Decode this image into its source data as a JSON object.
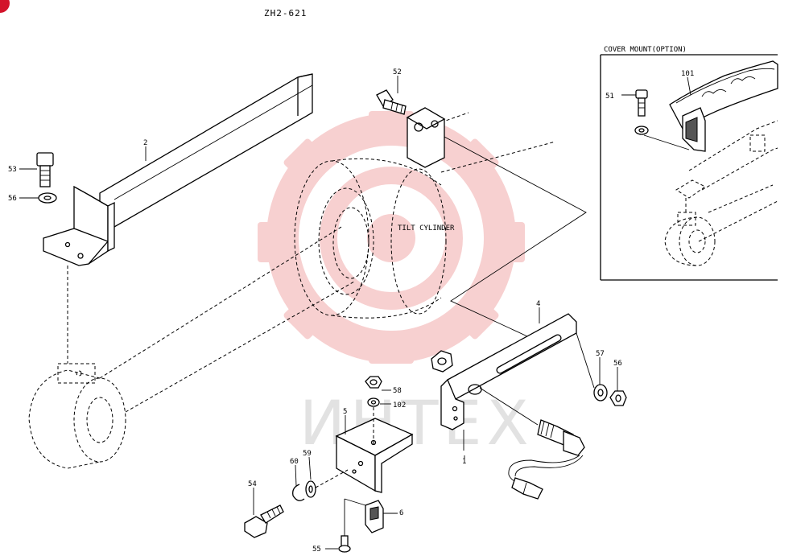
{
  "drawing": {
    "code": "ZH2-621",
    "center_label": "TILT CYLINDER",
    "watermark_text": "ИНТЕХ",
    "inset_title": "COVER MOUNT(OPTION)"
  },
  "parts": [
    {
      "id": "p1",
      "label": "1"
    },
    {
      "id": "p2",
      "label": "2"
    },
    {
      "id": "p4",
      "label": "4"
    },
    {
      "id": "p5",
      "label": "5"
    },
    {
      "id": "p6",
      "label": "6"
    },
    {
      "id": "p51",
      "label": "51"
    },
    {
      "id": "p52",
      "label": "52"
    },
    {
      "id": "p53",
      "label": "53"
    },
    {
      "id": "p54",
      "label": "54"
    },
    {
      "id": "p55",
      "label": "55"
    },
    {
      "id": "p56a",
      "label": "56"
    },
    {
      "id": "p56b",
      "label": "56"
    },
    {
      "id": "p57",
      "label": "57"
    },
    {
      "id": "p58",
      "label": "58"
    },
    {
      "id": "p59",
      "label": "59"
    },
    {
      "id": "p60",
      "label": "60"
    },
    {
      "id": "p101",
      "label": "101"
    },
    {
      "id": "p102",
      "label": "102"
    }
  ],
  "colors": {
    "line": "#000000",
    "watermark": "#f6c8c8",
    "watermark_text": "#e2e2e2",
    "corner_mark": "#d3132a"
  }
}
